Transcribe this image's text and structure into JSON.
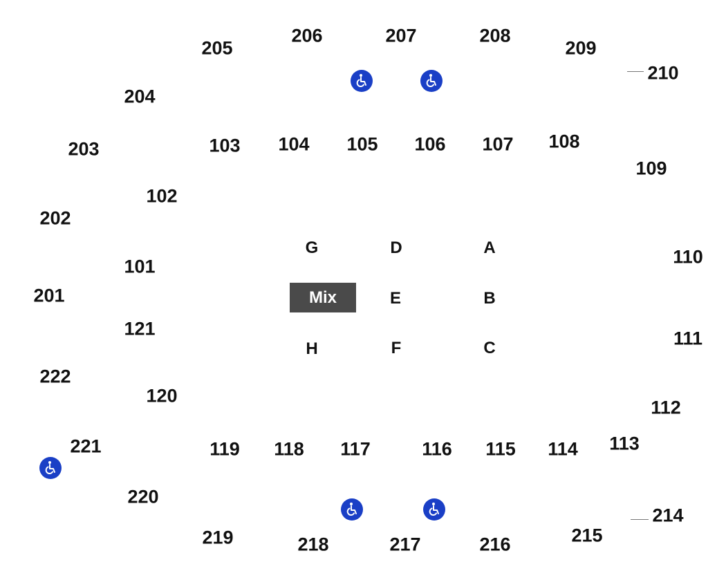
{
  "upper_sections": [
    "201",
    "202",
    "203",
    "204",
    "205",
    "206",
    "207",
    "208",
    "209",
    "210",
    "214",
    "215",
    "216",
    "217",
    "218",
    "219",
    "220",
    "221",
    "222"
  ],
  "lower_sections": [
    "101",
    "102",
    "103",
    "104",
    "105",
    "106",
    "107",
    "108",
    "109",
    "110",
    "111",
    "112",
    "113",
    "114",
    "115",
    "116",
    "117",
    "118",
    "119",
    "120",
    "121"
  ],
  "floor_sections": [
    "A",
    "B",
    "C",
    "D",
    "E",
    "F",
    "G",
    "H"
  ],
  "mix_label": "Mix",
  "accessible_icon": "wheelchair-accessible-icon",
  "colors": {
    "accessible": "#1a3fc6",
    "mix_booth": "#4a4a4a",
    "text": "#111111"
  }
}
